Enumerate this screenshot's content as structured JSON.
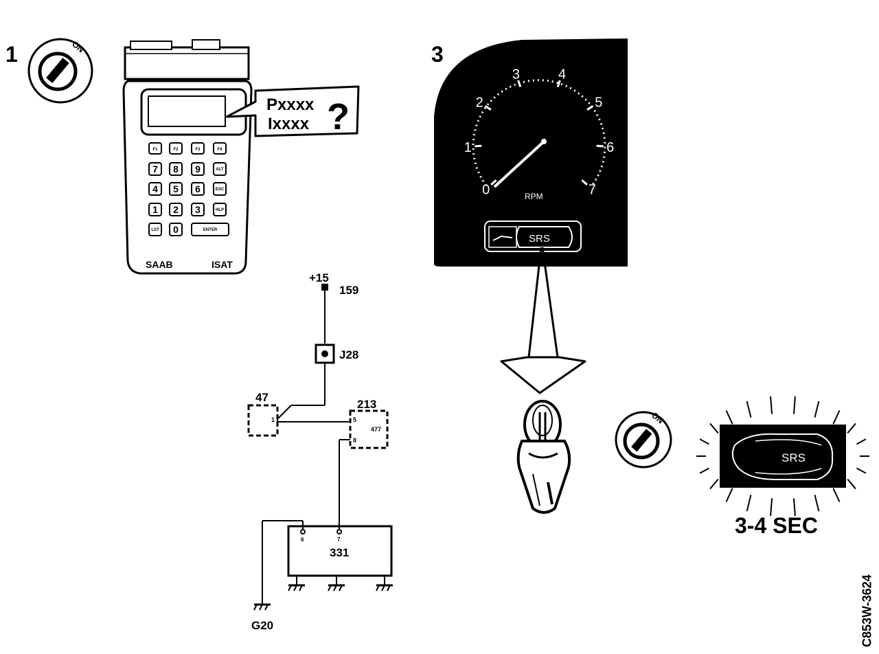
{
  "figure": {
    "code": "C853W-3624",
    "colors": {
      "ink": "#000000",
      "paper": "#ffffff"
    }
  },
  "step1": {
    "number": "1",
    "ignition_label": "ON",
    "tester": {
      "brand": "SAAB",
      "model": "ISAT",
      "fkeys": [
        "F1",
        "F2",
        "F3",
        "F4"
      ],
      "keypad": [
        [
          "7",
          "8",
          "9",
          "ALT"
        ],
        [
          "4",
          "5",
          "6",
          "ESC"
        ],
        [
          "1",
          "2",
          "3",
          "HLP"
        ],
        [
          "LST",
          "0",
          "ENTER"
        ]
      ]
    },
    "callout": {
      "line1": "Pxxxx",
      "line2": "Ixxxx",
      "symbol": "?"
    }
  },
  "wiring": {
    "supply": "+15",
    "node_159": "159",
    "connector": "J28",
    "comp_47": {
      "label": "47",
      "pin": "1"
    },
    "comp_213": {
      "label": "213",
      "pin_a": "5",
      "pin_b": "8",
      "inner": "477"
    },
    "comp_331": {
      "label": "331",
      "pin_a": "6",
      "pin_b": "7"
    },
    "ground": "G20"
  },
  "step3": {
    "number": "3",
    "gauge_ticks": [
      "0",
      "1",
      "2",
      "3",
      "4",
      "5",
      "6",
      "7"
    ],
    "gauge_unit": "RPM",
    "srs_label": "SRS",
    "srs_flash_label": "SRS",
    "ignition_label": "ON",
    "duration": "3-4 SEC"
  }
}
